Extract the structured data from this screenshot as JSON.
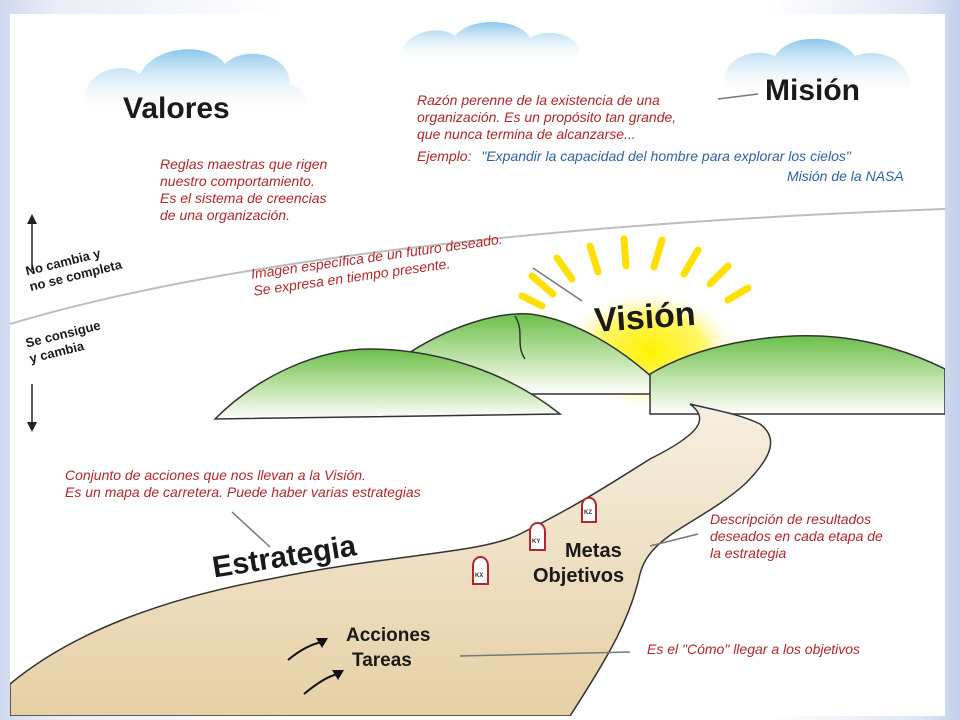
{
  "valores": {
    "title": "Valores",
    "desc": [
      "Reglas maestras que rigen",
      "nuestro comportamiento.",
      "Es el sistema de creencias",
      "de una organización."
    ]
  },
  "mision": {
    "title": "Misión",
    "desc": [
      "Razón perenne de la existencia de una",
      "organización. Es un propósito tan grande,",
      "que nunca termina de alcanzarse..."
    ],
    "example_label": "Ejemplo:",
    "example_text": "\"Expandir la capacidad del hombre para explorar los cielos\"",
    "example_source": "Misión de la NASA"
  },
  "vision": {
    "title": "Visión",
    "desc": [
      "Imagen específica de un futuro deseado.",
      "Se expresa en tiempo presente."
    ]
  },
  "side": {
    "upper": [
      "No cambia y",
      "no se completa"
    ],
    "lower": [
      "Se consigue",
      "y cambia"
    ]
  },
  "estrategia": {
    "title": "Estrategia",
    "desc": [
      "Conjunto de acciones que nos llevan a la Visión.",
      "Es un mapa de carretera. Puede haber varias estrategias"
    ]
  },
  "metas": {
    "title_1": "Metas",
    "title_2": "Objetivos",
    "desc": [
      "Descripción de resultados",
      "deseados en cada etapa de",
      "la estrategia"
    ]
  },
  "acciones": {
    "title_1": "Acciones",
    "title_2": "Tareas",
    "desc": "Es el \"Cómo\" llegar a los objetivos"
  },
  "milestones": [
    "KX",
    "KY",
    "KZ"
  ],
  "colors": {
    "label_red": "#b0282b",
    "example_blue": "#2f5fa8",
    "hill_green": "#7cc65a",
    "road_tan": "#ead7b2",
    "sun_yellow": "#ffe600",
    "cloud_blue": "#a9d4ee"
  }
}
